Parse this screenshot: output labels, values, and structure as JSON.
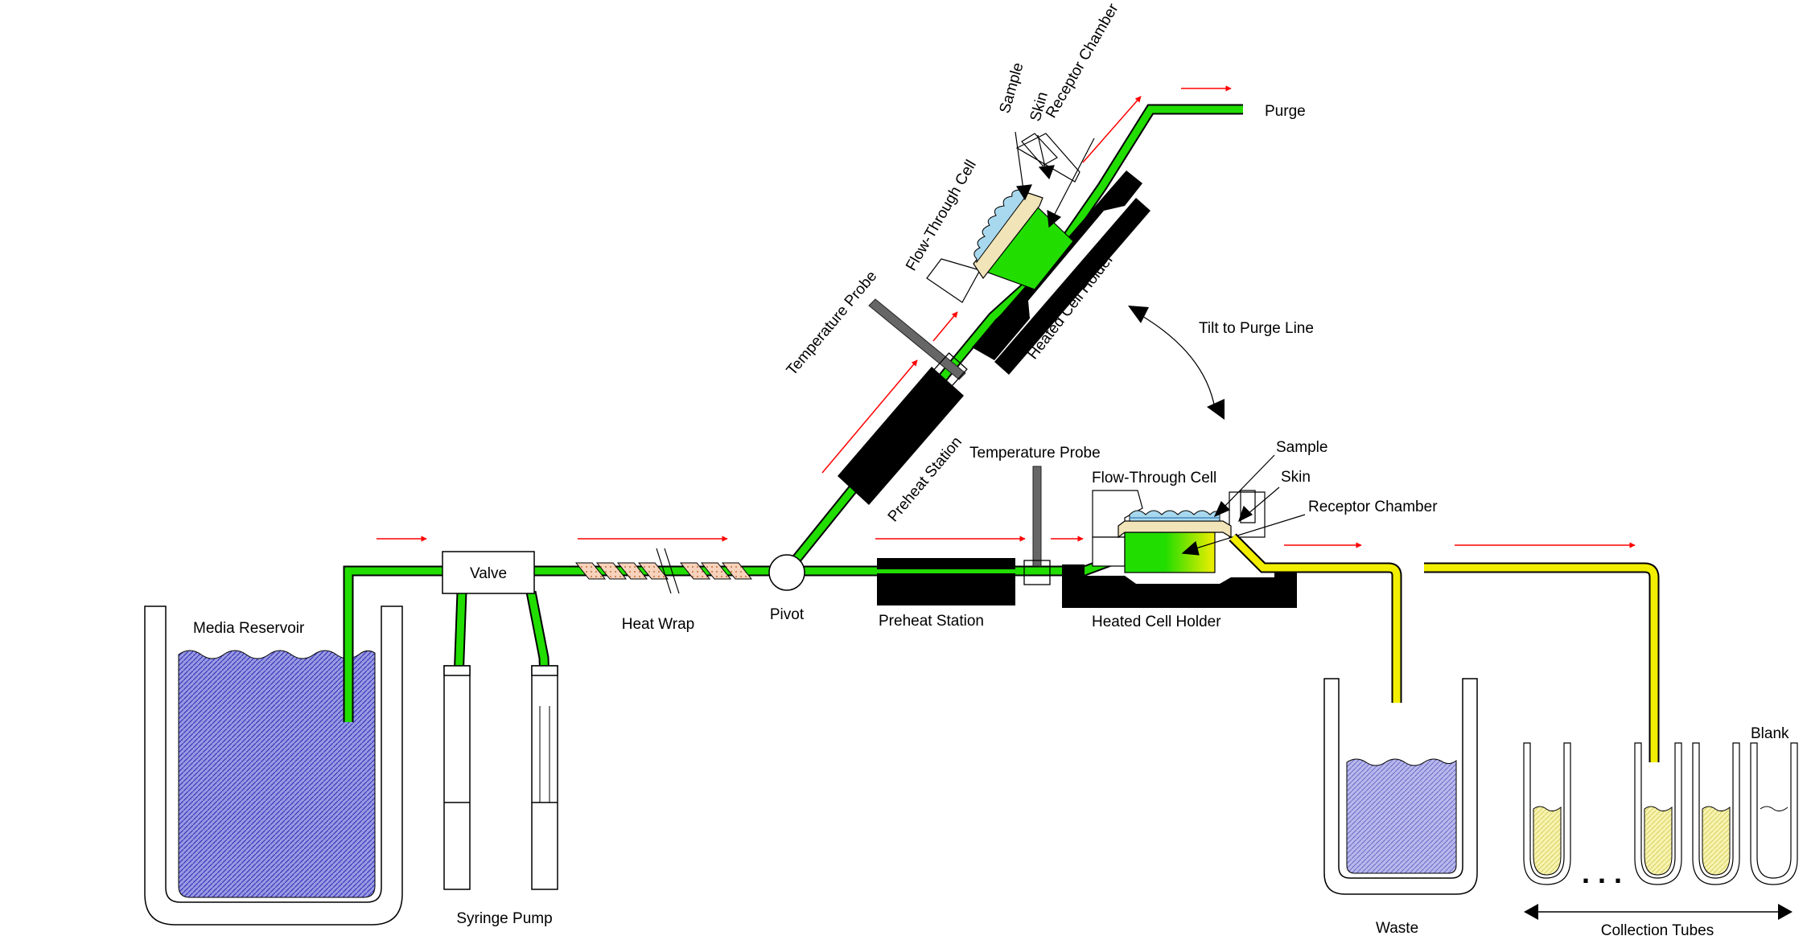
{
  "labels": {
    "media_reservoir": "Media Reservoir",
    "valve": "Valve",
    "syringe_pump": "Syringe Pump",
    "heat_wrap": "Heat Wrap",
    "pivot": "Pivot",
    "preheat_station_flat": "Preheat Station",
    "preheat_station_tilted": "Preheat Station",
    "temperature_probe_flat": "Temperature Probe",
    "temperature_probe_tilted": "Temperature Probe",
    "flow_through_cell_flat": "Flow-Through Cell",
    "flow_through_cell_tilted": "Flow-Through Cell",
    "sample_flat": "Sample",
    "sample_tilted": "Sample",
    "skin_flat": "Skin",
    "skin_tilted": "Skin",
    "receptor_chamber_flat": "Receptor Chamber",
    "receptor_chamber_tilted": "Receptor Chamber",
    "heated_cell_holder_flat": "Heated Cell Holder",
    "heated_cell_holder_tilted": "Heated Cell Holder",
    "tilt_to_purge_line": "Tilt to Purge Line",
    "purge": "Purge",
    "waste": "Waste",
    "blank": "Blank",
    "collection_tubes": "Collection Tubes",
    "ellipsis": ". . ."
  },
  "colors": {
    "media_line": "#22dd00",
    "collected_line": "#f2ee00",
    "flow_arrow": "#ff0000",
    "reservoir_fluid": "#8888dd",
    "waste_fluid": "#a8a8e0",
    "collected_fluid": "#f2eeaa",
    "heater_block": "#000000",
    "heat_wrap_pattern": "#f4c8b0",
    "skin_fill": "#a8d8ee",
    "cell_frame": "#f0e4b8"
  }
}
